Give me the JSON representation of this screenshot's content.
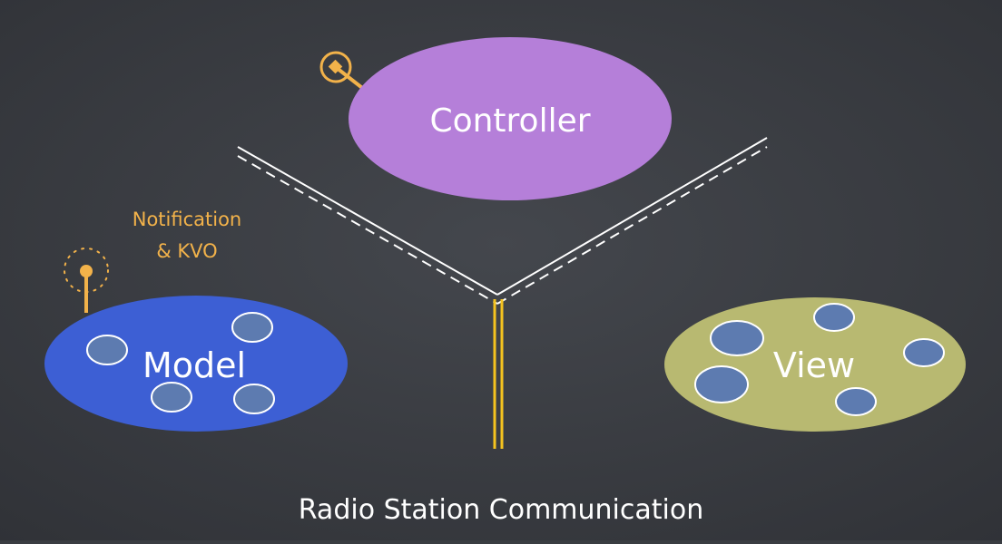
{
  "nodes": {
    "controller": {
      "label": "Controller",
      "color": "#b57fd9"
    },
    "model": {
      "label": "Model",
      "color": "#3d5fd4"
    },
    "view": {
      "label": "View",
      "color": "#b8b971"
    }
  },
  "annotation": {
    "line1": "Notification",
    "line2": "& KVO",
    "color": "#f2b24a"
  },
  "caption": "Radio Station Communication",
  "colors": {
    "background": "#3a3d42",
    "road": "#ffffff",
    "trunk": "#f5c31f",
    "subview_fill": "#5d7bb0",
    "subview_stroke": "#ffffff"
  }
}
